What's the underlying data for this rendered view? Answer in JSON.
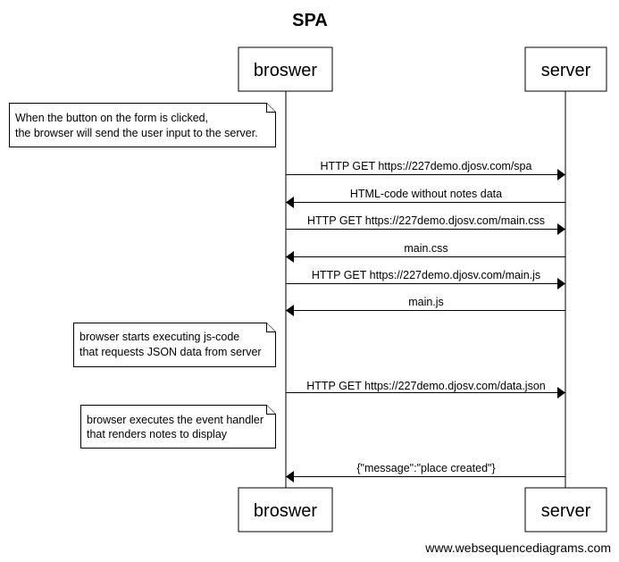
{
  "diagram": {
    "title": "SPA",
    "participants": {
      "browser": "broswer",
      "server": "server"
    },
    "notes": [
      {
        "lines": [
          "When the button on the form is clicked,",
          "the browser will send the user input to the server."
        ]
      },
      {
        "lines": [
          "browser starts executing js-code",
          "that requests JSON data from server"
        ]
      },
      {
        "lines": [
          "browser executes the event handler",
          "that renders notes to display"
        ]
      }
    ],
    "messages": [
      {
        "label": "HTTP GET https://227demo.djosv.com/spa",
        "direction": "browser-to-server"
      },
      {
        "label": "HTML-code without notes data",
        "direction": "server-to-browser"
      },
      {
        "label": "HTTP GET https://227demo.djosv.com/main.css",
        "direction": "browser-to-server"
      },
      {
        "label": "main.css",
        "direction": "server-to-browser"
      },
      {
        "label": "HTTP GET https://227demo.djosv.com/main.js",
        "direction": "browser-to-server"
      },
      {
        "label": "main.js",
        "direction": "server-to-browser"
      },
      {
        "label": "HTTP GET https://227demo.djosv.com/data.json",
        "direction": "browser-to-server"
      },
      {
        "label": "{\"message\":\"place created\"}",
        "direction": "server-to-browser"
      }
    ],
    "credit": "www.websequencediagrams.com"
  }
}
